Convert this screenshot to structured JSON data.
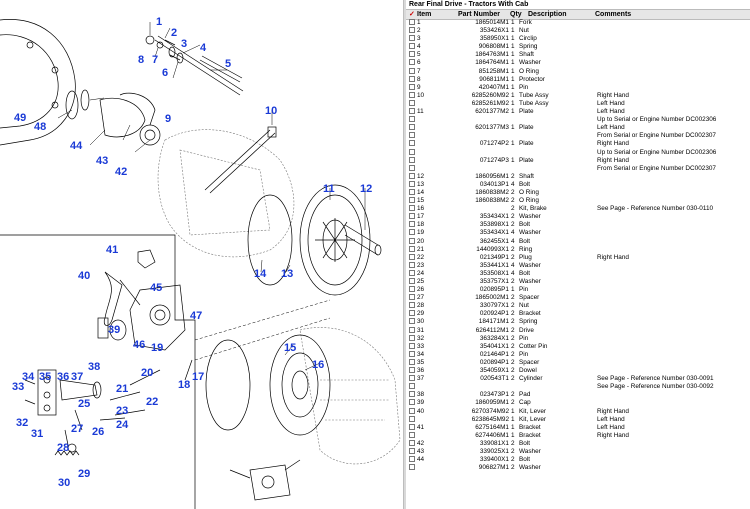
{
  "title": "Rear Final Drive - Tractors With Cab",
  "columns": {
    "check": "✓",
    "item": "Item",
    "part": "Part Number",
    "qty": "Qty",
    "desc": "Description",
    "comments": "Comments"
  },
  "rows": [
    {
      "item": "1",
      "part": "1865014M1",
      "qty": "1",
      "desc": "Fork",
      "comments": ""
    },
    {
      "item": "2",
      "part": "353426X1",
      "qty": "1",
      "desc": "Nut",
      "comments": ""
    },
    {
      "item": "3",
      "part": "358950X1",
      "qty": "1",
      "desc": "Circlip",
      "comments": ""
    },
    {
      "item": "4",
      "part": "906808M1",
      "qty": "1",
      "desc": "Spring",
      "comments": ""
    },
    {
      "item": "5",
      "part": "1864763M1",
      "qty": "1",
      "desc": "Shaft",
      "comments": ""
    },
    {
      "item": "6",
      "part": "1864764M1",
      "qty": "1",
      "desc": "Washer",
      "comments": ""
    },
    {
      "item": "7",
      "part": "851258M1",
      "qty": "1",
      "desc": "O Ring",
      "comments": ""
    },
    {
      "item": "8",
      "part": "906811M1",
      "qty": "1",
      "desc": "Protector",
      "comments": ""
    },
    {
      "item": "9",
      "part": "420407M1",
      "qty": "1",
      "desc": "Pin",
      "comments": ""
    },
    {
      "item": "10",
      "part": "6285260M92",
      "qty": "1",
      "desc": "Tube Assy",
      "comments": "Right Hand"
    },
    {
      "item": "",
      "part": "6285261M92",
      "qty": "1",
      "desc": "Tube Assy",
      "comments": "Left Hand"
    },
    {
      "item": "11",
      "part": "6201377M2",
      "qty": "1",
      "desc": "Plate",
      "comments": "Left Hand"
    },
    {
      "item": "",
      "part": "",
      "qty": "",
      "desc": "",
      "comments": "Up to Serial or Engine Number DC002306"
    },
    {
      "item": "",
      "part": "6201377M3",
      "qty": "1",
      "desc": "Plate",
      "comments": "Left Hand"
    },
    {
      "item": "",
      "part": "",
      "qty": "",
      "desc": "",
      "comments": "From Serial or Engine Number DC002307"
    },
    {
      "item": "",
      "part": "071274P2",
      "qty": "1",
      "desc": "Plate",
      "comments": "Right Hand"
    },
    {
      "item": "",
      "part": "",
      "qty": "",
      "desc": "",
      "comments": "Up to Serial or Engine Number DC002306"
    },
    {
      "item": "",
      "part": "071274P3",
      "qty": "1",
      "desc": "Plate",
      "comments": "Right Hand"
    },
    {
      "item": "",
      "part": "",
      "qty": "",
      "desc": "",
      "comments": "From Serial or Engine Number DC002307"
    },
    {
      "item": "12",
      "part": "1860956M1",
      "qty": "2",
      "desc": "Shaft",
      "comments": ""
    },
    {
      "item": "13",
      "part": "034013P1",
      "qty": "4",
      "desc": "Bolt",
      "comments": ""
    },
    {
      "item": "14",
      "part": "1860838M2",
      "qty": "2",
      "desc": "O Ring",
      "comments": ""
    },
    {
      "item": "15",
      "part": "1860838M2",
      "qty": "2",
      "desc": "O Ring",
      "comments": ""
    },
    {
      "item": "16",
      "part": "",
      "qty": "2",
      "desc": "Kit, Brake",
      "comments": "See Page - Reference Number 030-0110"
    },
    {
      "item": "17",
      "part": "353434X1",
      "qty": "2",
      "desc": "Washer",
      "comments": ""
    },
    {
      "item": "18",
      "part": "353898X1",
      "qty": "2",
      "desc": "Bolt",
      "comments": ""
    },
    {
      "item": "19",
      "part": "353434X1",
      "qty": "4",
      "desc": "Washer",
      "comments": ""
    },
    {
      "item": "20",
      "part": "362455X1",
      "qty": "4",
      "desc": "Bolt",
      "comments": ""
    },
    {
      "item": "21",
      "part": "1440993X1",
      "qty": "2",
      "desc": "Ring",
      "comments": ""
    },
    {
      "item": "22",
      "part": "021349P1",
      "qty": "2",
      "desc": "Plug",
      "comments": "Right Hand"
    },
    {
      "item": "23",
      "part": "353441X1",
      "qty": "4",
      "desc": "Washer",
      "comments": ""
    },
    {
      "item": "24",
      "part": "353508X1",
      "qty": "4",
      "desc": "Bolt",
      "comments": ""
    },
    {
      "item": "25",
      "part": "353757X1",
      "qty": "2",
      "desc": "Washer",
      "comments": ""
    },
    {
      "item": "26",
      "part": "020895P1",
      "qty": "1",
      "desc": "Pin",
      "comments": ""
    },
    {
      "item": "27",
      "part": "1865002M1",
      "qty": "2",
      "desc": "Spacer",
      "comments": ""
    },
    {
      "item": "28",
      "part": "330797X1",
      "qty": "2",
      "desc": "Nut",
      "comments": ""
    },
    {
      "item": "29",
      "part": "020924P1",
      "qty": "2",
      "desc": "Bracket",
      "comments": ""
    },
    {
      "item": "30",
      "part": "184171M1",
      "qty": "2",
      "desc": "Spring",
      "comments": ""
    },
    {
      "item": "31",
      "part": "6264112M1",
      "qty": "2",
      "desc": "Drive",
      "comments": ""
    },
    {
      "item": "32",
      "part": "363284X1",
      "qty": "2",
      "desc": "Pin",
      "comments": ""
    },
    {
      "item": "33",
      "part": "354041X1",
      "qty": "2",
      "desc": "Cotter Pin",
      "comments": ""
    },
    {
      "item": "34",
      "part": "021464P1",
      "qty": "2",
      "desc": "Pin",
      "comments": ""
    },
    {
      "item": "35",
      "part": "020894P1",
      "qty": "2",
      "desc": "Spacer",
      "comments": ""
    },
    {
      "item": "36",
      "part": "354059X1",
      "qty": "2",
      "desc": "Dowel",
      "comments": ""
    },
    {
      "item": "37",
      "part": "020543T1",
      "qty": "2",
      "desc": "Cylinder",
      "comments": "See Page - Reference Number 030-0091"
    },
    {
      "item": "",
      "part": "",
      "qty": "",
      "desc": "",
      "comments": "See Page - Reference Number 030-0092"
    },
    {
      "item": "38",
      "part": "023473P1",
      "qty": "2",
      "desc": "Pad",
      "comments": ""
    },
    {
      "item": "39",
      "part": "1860959M1",
      "qty": "2",
      "desc": "Cap",
      "comments": ""
    },
    {
      "item": "40",
      "part": "6270374M92",
      "qty": "1",
      "desc": "Kit, Lever",
      "comments": "Right Hand"
    },
    {
      "item": "",
      "part": "6238645M92",
      "qty": "1",
      "desc": "Kit, Lever",
      "comments": "Left Hand"
    },
    {
      "item": "41",
      "part": "6275164M1",
      "qty": "1",
      "desc": "Bracket",
      "comments": "Left Hand"
    },
    {
      "item": "",
      "part": "6274406M1",
      "qty": "1",
      "desc": "Bracket",
      "comments": "Right Hand"
    },
    {
      "item": "42",
      "part": "339081X1",
      "qty": "2",
      "desc": "Bolt",
      "comments": ""
    },
    {
      "item": "43",
      "part": "339025X1",
      "qty": "2",
      "desc": "Washer",
      "comments": ""
    },
    {
      "item": "44",
      "part": "339400X1",
      "qty": "2",
      "desc": "Bolt",
      "comments": ""
    },
    {
      "item": "",
      "part": "906827M1",
      "qty": "2",
      "desc": "Washer",
      "comments": ""
    }
  ],
  "callouts": [
    "1",
    "2",
    "3",
    "4",
    "5",
    "6",
    "7",
    "8",
    "9",
    "10",
    "11",
    "12",
    "13",
    "14",
    "15",
    "16",
    "17",
    "18",
    "19",
    "20",
    "21",
    "22",
    "23",
    "24",
    "25",
    "26",
    "27",
    "28",
    "29",
    "30",
    "31",
    "32",
    "33",
    "34",
    "35",
    "36",
    "37",
    "38",
    "39",
    "40",
    "41",
    "42",
    "43",
    "44",
    "45",
    "46",
    "47",
    "48",
    "49"
  ]
}
